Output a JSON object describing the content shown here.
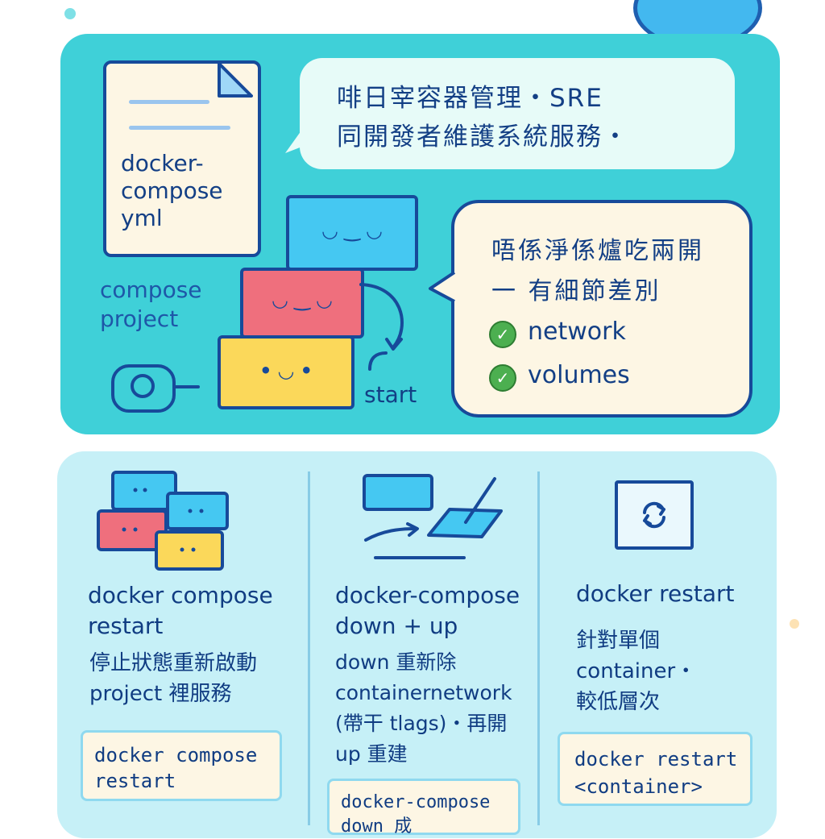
{
  "top": {
    "file_name_lines": [
      "docker-",
      "compose",
      "yml"
    ],
    "bubble1_lines": [
      "啡日宰容器管理・SRE",
      "同開發者維護系統服務・"
    ],
    "bubble2_lines": [
      "唔係淨係爐吃兩開",
      "一 有細節差別"
    ],
    "features": [
      "network",
      "volumes"
    ],
    "project_label_lines": [
      "compose",
      "project"
    ],
    "start_label": "start"
  },
  "columns": [
    {
      "title_lines": [
        "docker compose",
        "restart"
      ],
      "desc_lines": [
        "停止狀態重新啟動",
        "project 裡服務"
      ],
      "code_lines": [
        "docker compose",
        "restart"
      ]
    },
    {
      "title_lines": [
        "docker-compose",
        "down + up"
      ],
      "desc_lines": [
        "down 重新除",
        "containernetwork",
        "(帶干 tlags)・再開",
        "up 重建"
      ],
      "code_lines": [
        "docker-compose",
        "down 成"
      ]
    },
    {
      "title_lines": [
        "docker restart"
      ],
      "desc_lines": [
        "針對單個",
        "container・",
        "較低層次"
      ],
      "code_lines": [
        "docker  restart",
        "<container>"
      ]
    }
  ],
  "colors": {
    "top_panel": "#3fd0d8",
    "bottom_panel": "#c6f0f7",
    "outline": "#174a9a",
    "block_blue": "#45c8f2",
    "block_red": "#ef6f7d",
    "block_yellow": "#fbd85a",
    "check_green": "#4caf50"
  }
}
